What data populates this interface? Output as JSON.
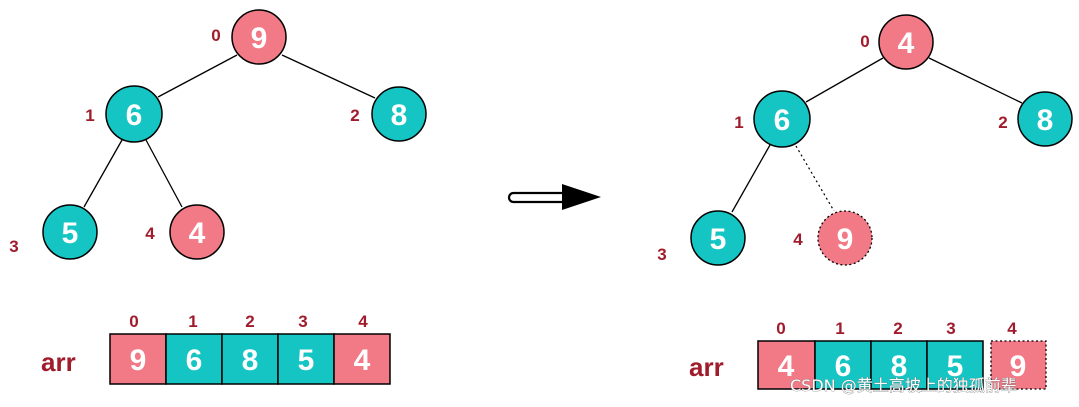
{
  "colors": {
    "teal": "#14c5c3",
    "pink": "#f27a86",
    "index": "#a01c2c",
    "line": "#000000"
  },
  "left": {
    "nodes": [
      {
        "index": "0",
        "value": "9",
        "color": "pink"
      },
      {
        "index": "1",
        "value": "6",
        "color": "teal"
      },
      {
        "index": "2",
        "value": "8",
        "color": "teal"
      },
      {
        "index": "3",
        "value": "5",
        "color": "teal"
      },
      {
        "index": "4",
        "value": "4",
        "color": "pink"
      }
    ],
    "array": {
      "label": "arr",
      "cells": [
        {
          "index": "0",
          "value": "9",
          "color": "pink"
        },
        {
          "index": "1",
          "value": "6",
          "color": "teal"
        },
        {
          "index": "2",
          "value": "8",
          "color": "teal"
        },
        {
          "index": "3",
          "value": "5",
          "color": "teal"
        },
        {
          "index": "4",
          "value": "4",
          "color": "pink"
        }
      ]
    }
  },
  "right": {
    "nodes": [
      {
        "index": "0",
        "value": "4",
        "color": "pink"
      },
      {
        "index": "1",
        "value": "6",
        "color": "teal"
      },
      {
        "index": "2",
        "value": "8",
        "color": "teal"
      },
      {
        "index": "3",
        "value": "5",
        "color": "teal"
      },
      {
        "index": "4",
        "value": "9",
        "color": "pink",
        "dashed": true
      }
    ],
    "array": {
      "label": "arr",
      "cells": [
        {
          "index": "0",
          "value": "4",
          "color": "pink"
        },
        {
          "index": "1",
          "value": "6",
          "color": "teal"
        },
        {
          "index": "2",
          "value": "8",
          "color": "teal"
        },
        {
          "index": "3",
          "value": "5",
          "color": "teal"
        },
        {
          "index": "4",
          "value": "9",
          "color": "pink",
          "dashed": true
        }
      ]
    }
  },
  "arrow_icon": "right-arrow-icon",
  "watermark": "CSDN @黄土高坡上的独孤前辈"
}
